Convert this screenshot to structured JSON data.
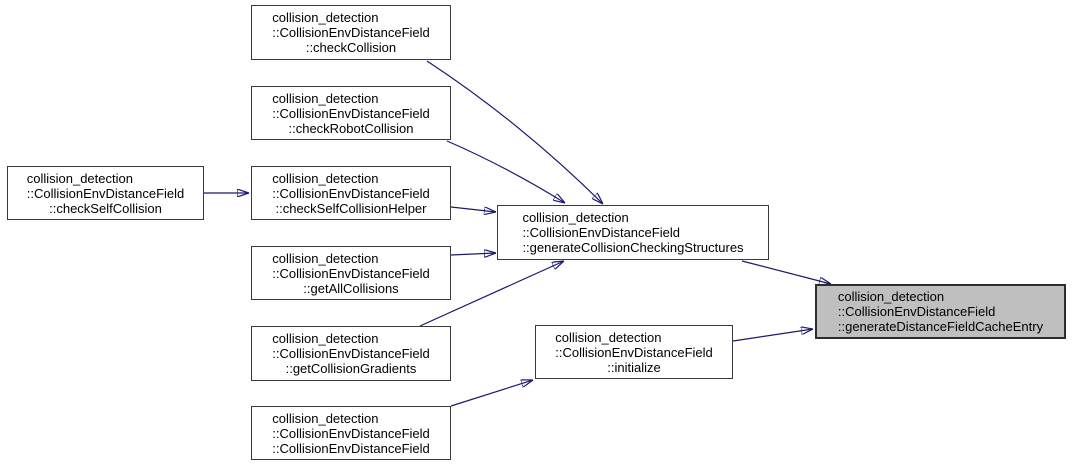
{
  "graph": {
    "type": "doxygen-call-graph",
    "background_color": "#ffffff",
    "edge_color": "#191970",
    "node_border_color": "#3a3a3a",
    "node_fill_color": "#ffffff",
    "highlight_fill_color": "#bfbfbf",
    "text_color": "#000000",
    "nodes": [
      {
        "id": "check-collision",
        "highlighted": false,
        "lines": [
          "collision_detection",
          "::CollisionEnvDistanceField",
          "::checkCollision"
        ]
      },
      {
        "id": "check-robot-collision",
        "highlighted": false,
        "lines": [
          "collision_detection",
          "::CollisionEnvDistanceField",
          "::checkRobotCollision"
        ]
      },
      {
        "id": "check-self-collision",
        "highlighted": false,
        "lines": [
          "collision_detection",
          "::CollisionEnvDistanceField",
          "::checkSelfCollision"
        ]
      },
      {
        "id": "check-self-collision-helper",
        "highlighted": false,
        "lines": [
          "collision_detection",
          "::CollisionEnvDistanceField",
          "::checkSelfCollisionHelper"
        ]
      },
      {
        "id": "get-all-collisions",
        "highlighted": false,
        "lines": [
          "collision_detection",
          "::CollisionEnvDistanceField",
          "::getAllCollisions"
        ]
      },
      {
        "id": "get-collision-gradients",
        "highlighted": false,
        "lines": [
          "collision_detection",
          "::CollisionEnvDistanceField",
          "::getCollisionGradients"
        ]
      },
      {
        "id": "constructor",
        "highlighted": false,
        "lines": [
          "collision_detection",
          "::CollisionEnvDistanceField",
          "::CollisionEnvDistanceField"
        ]
      },
      {
        "id": "generate-collision-checking-structures",
        "highlighted": false,
        "lines": [
          "collision_detection",
          "::CollisionEnvDistanceField",
          "::generateCollisionCheckingStructures"
        ]
      },
      {
        "id": "initialize",
        "highlighted": false,
        "lines": [
          "collision_detection",
          "::CollisionEnvDistanceField",
          "::initialize"
        ]
      },
      {
        "id": "generate-distance-field-cache-entry",
        "highlighted": true,
        "lines": [
          "collision_detection",
          "::CollisionEnvDistanceField",
          "::generateDistanceFieldCacheEntry"
        ]
      }
    ],
    "edges": [
      {
        "from": "check-self-collision",
        "to": "check-self-collision-helper"
      },
      {
        "from": "check-collision",
        "to": "generate-collision-checking-structures"
      },
      {
        "from": "check-robot-collision",
        "to": "generate-collision-checking-structures"
      },
      {
        "from": "check-self-collision-helper",
        "to": "generate-collision-checking-structures"
      },
      {
        "from": "get-all-collisions",
        "to": "generate-collision-checking-structures"
      },
      {
        "from": "get-collision-gradients",
        "to": "generate-collision-checking-structures"
      },
      {
        "from": "generate-collision-checking-structures",
        "to": "generate-distance-field-cache-entry"
      },
      {
        "from": "initialize",
        "to": "generate-distance-field-cache-entry"
      },
      {
        "from": "constructor",
        "to": "initialize"
      }
    ]
  }
}
